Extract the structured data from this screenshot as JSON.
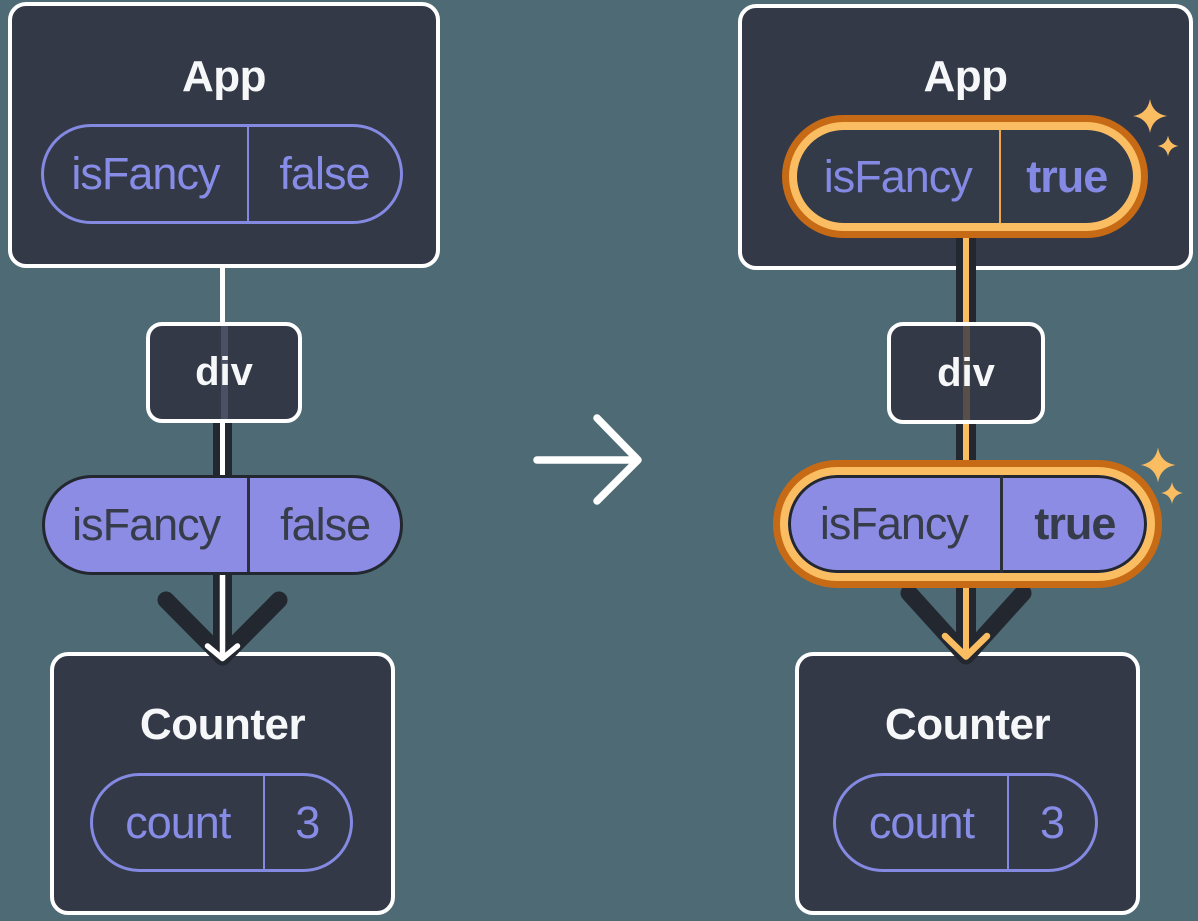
{
  "diagram": {
    "description": "React state update diagram: before and after isFancy prop change",
    "colors": {
      "background": "#4D6A75",
      "card": "#333947",
      "card_border": "#FFFFFF",
      "purple_stroke": "#8489E2",
      "purple_fill": "#8C8CE4",
      "purple_text": "#878CE6",
      "dark": "#23272F",
      "dark_text": "#363C49",
      "orange_outer": "#C76A15",
      "orange_inner": "#FABD62",
      "title_text": "#F6F7F9"
    }
  },
  "before": {
    "app": {
      "title": "App",
      "prop": {
        "name": "isFancy",
        "value": "false"
      }
    },
    "div_node": {
      "label": "div"
    },
    "passed_prop": {
      "name": "isFancy",
      "value": "false"
    },
    "counter": {
      "title": "Counter",
      "state": {
        "name": "count",
        "value": "3"
      }
    }
  },
  "after": {
    "app": {
      "title": "App",
      "prop": {
        "name": "isFancy",
        "value": "true"
      }
    },
    "div_node": {
      "label": "div"
    },
    "passed_prop": {
      "name": "isFancy",
      "value": "true"
    },
    "counter": {
      "title": "Counter",
      "state": {
        "name": "count",
        "value": "3"
      }
    }
  }
}
